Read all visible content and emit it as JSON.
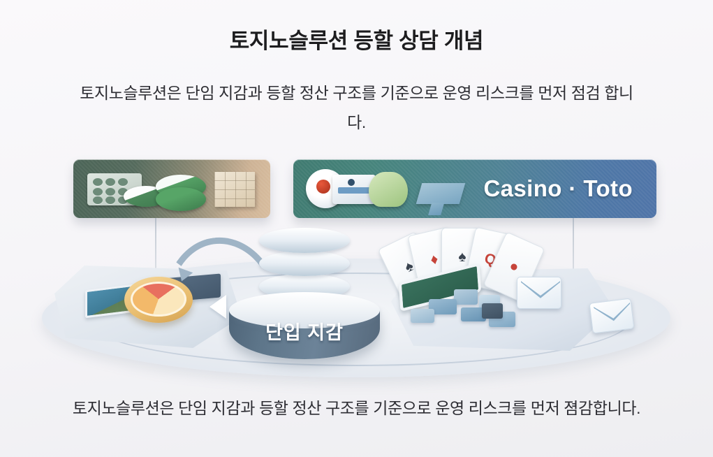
{
  "page": {
    "title": "토지노슬루션 등할 상담 개념",
    "intro_paragraph": "토지노슬루션은 단임 지감과 등할 정산 구조를 기준으로 운영 리스크를 먼저 점검 합니다.",
    "outro_paragraph": "토지노슬루션은 단임 지감과 등할 정산 구조를 기준으로 운영 리스크를 먼저 졈감합니다."
  },
  "banners": {
    "left": {
      "label": "",
      "gradient_start": "#4b6457",
      "gradient_end": "#d8bd9e",
      "art": [
        "chip-tray-icon",
        "chip-stack-icon",
        "cube-grid-icon"
      ]
    },
    "right": {
      "label": "Casino · Toto",
      "gradient_start": "#3f7a70",
      "gradient_end": "#4f74a8",
      "art": [
        "roulette-icon",
        "slot-machine-icon",
        "money-bag-icon",
        "card-block-icon"
      ]
    }
  },
  "scene": {
    "cylinder_label": "단입 지감",
    "cylinder_color": "#5d7589",
    "database_tiers": 4,
    "left_platform_items": [
      "pie-chart-disc-icon",
      "teal-bar-icon",
      "slate-bar-icon"
    ],
    "right_platform_items": [
      "playing-cards-icon",
      "felt-table-icon",
      "blocks-icon",
      "envelope-icon"
    ],
    "cards": [
      {
        "pip": "♠",
        "color": "dark"
      },
      {
        "pip": "♦",
        "color": "red"
      },
      {
        "pip": "♠",
        "color": "dark"
      },
      {
        "pip": "Q",
        "color": "red"
      },
      {
        "pip": "●",
        "color": "red"
      }
    ]
  },
  "theme": {
    "background_top": "#faf9fb",
    "background_bottom": "#eeeef1",
    "title_color": "#1d1d1f",
    "body_color": "#2d2d33"
  }
}
